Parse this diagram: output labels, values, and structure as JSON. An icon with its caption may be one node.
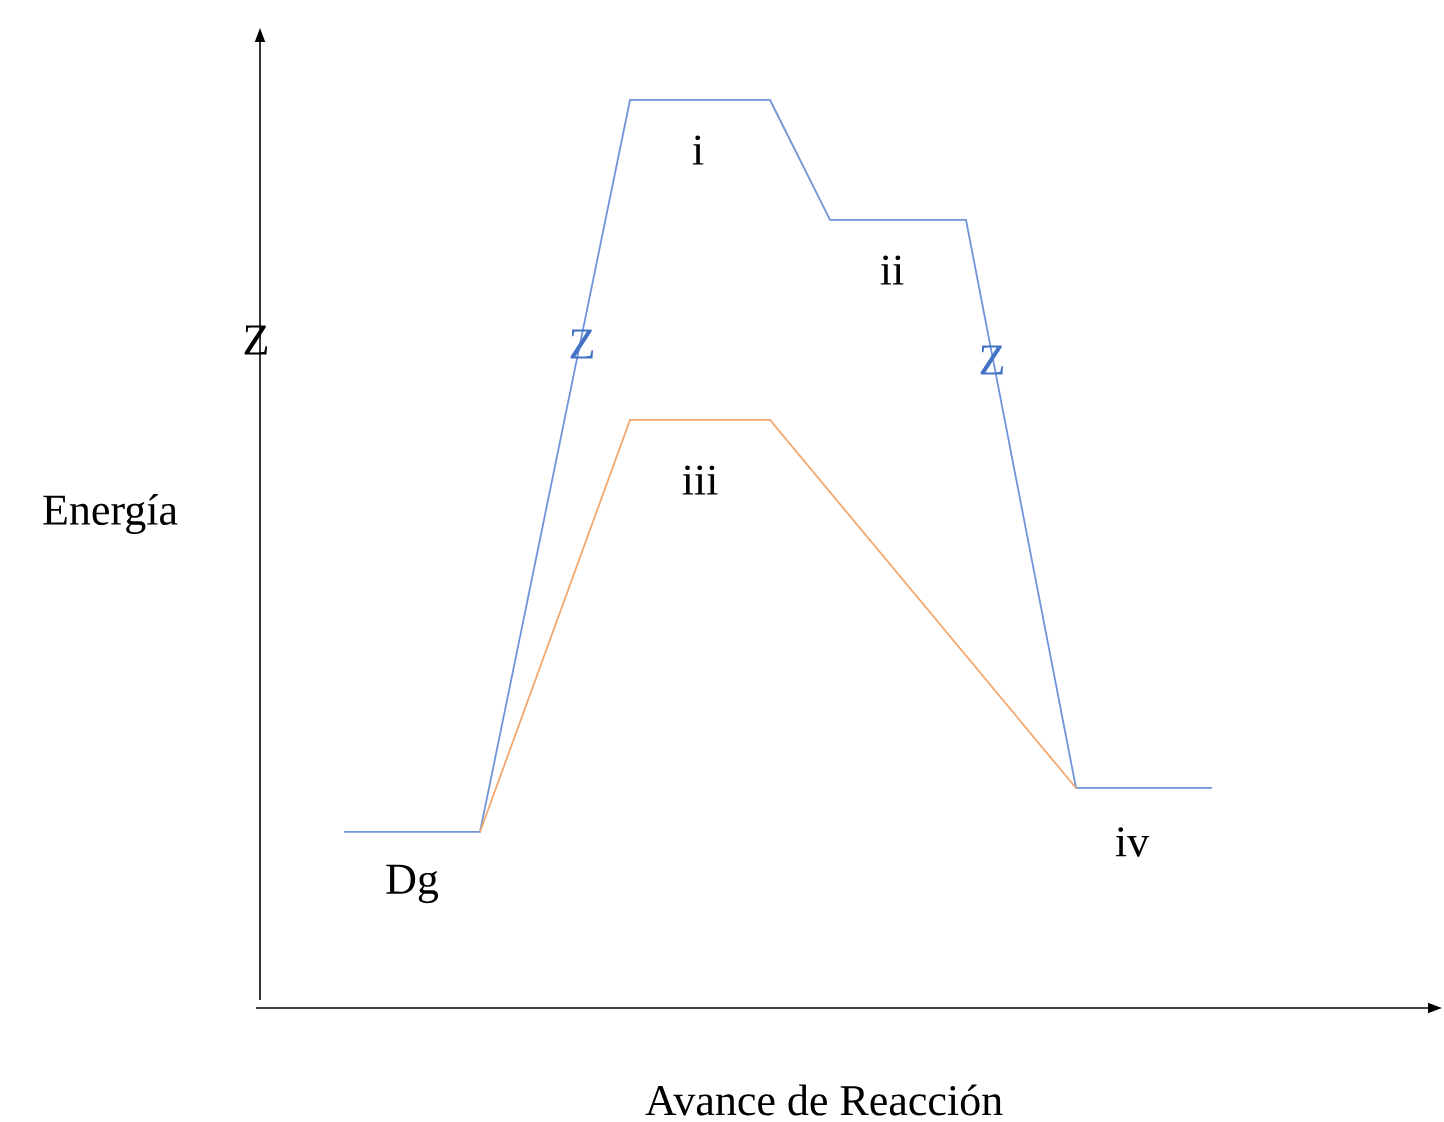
{
  "diagram": {
    "labels": [
      "i",
      "ii",
      "Z",
      "Z",
      "Z",
      "iii",
      "Energía",
      "iv",
      "Dg",
      "Avance de Reacción"
    ]
  }
}
